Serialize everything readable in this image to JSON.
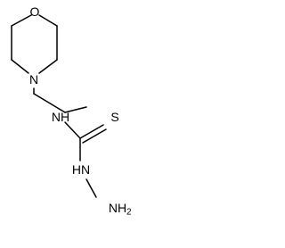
{
  "molecule": {
    "atoms": {
      "oxygen": "O",
      "morpholine_nitrogen": "N",
      "amide_nitrogen": "NH",
      "sulfur": "S",
      "hydrazine_nitrogen": "HN",
      "terminal_amine": "NH",
      "terminal_amine_subscript": "2"
    }
  }
}
